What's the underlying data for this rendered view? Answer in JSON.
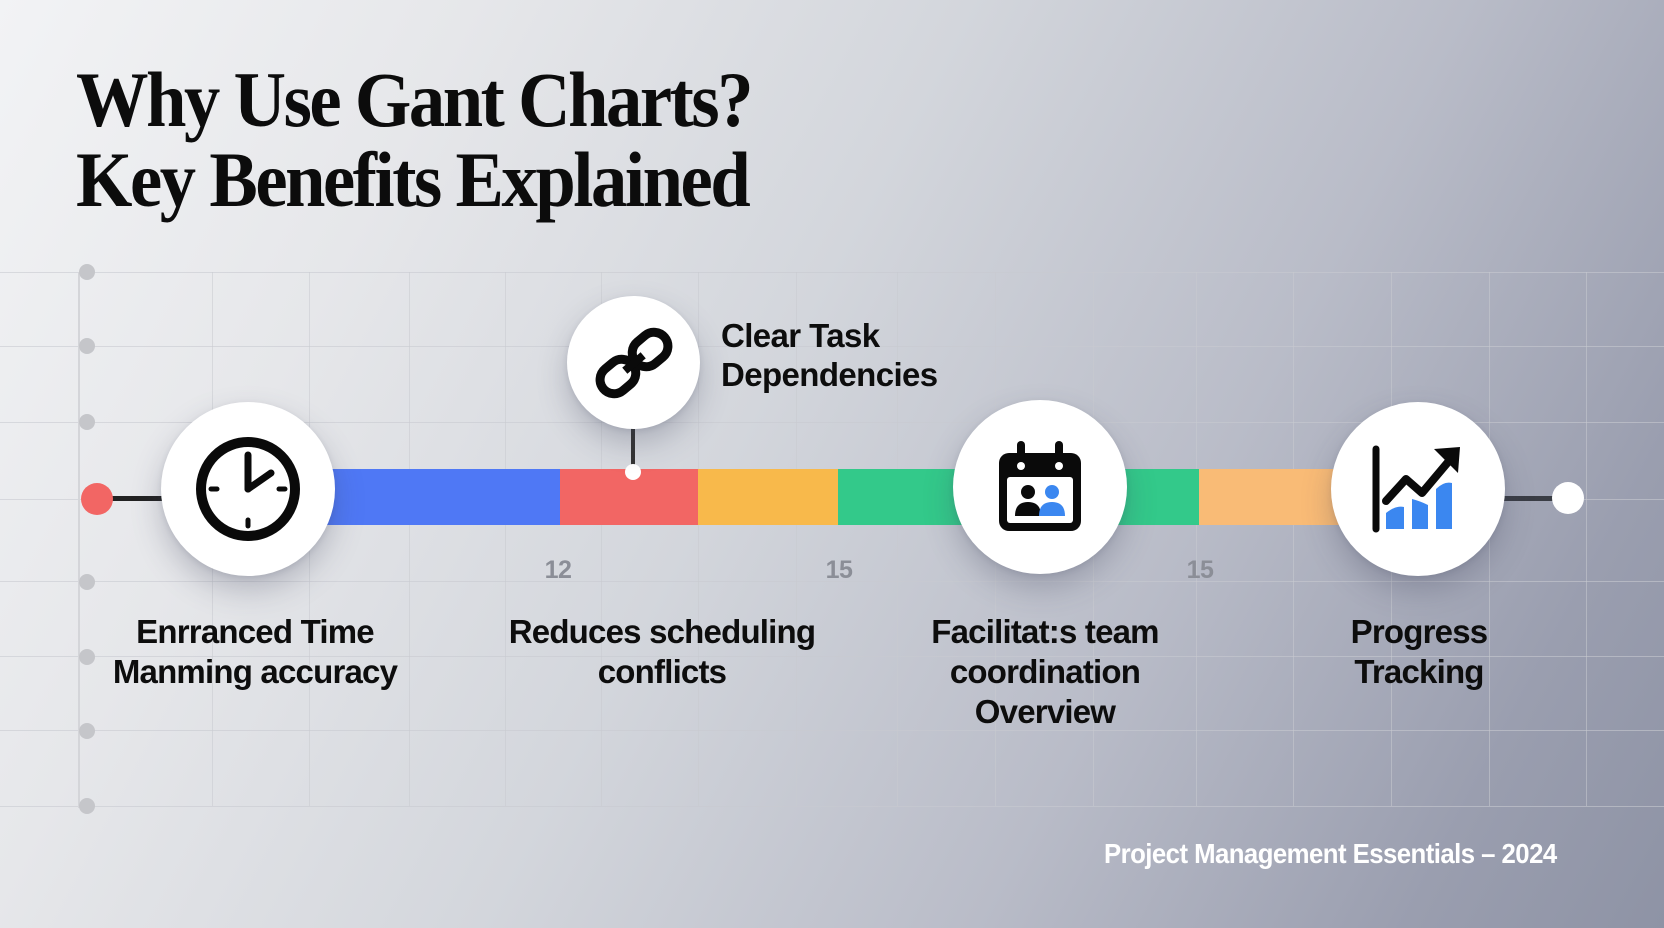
{
  "title": {
    "line1": "Why Use Gant Charts?",
    "line2": "Key Benefits Explained"
  },
  "timeline": {
    "segments": [
      {
        "name": "blue",
        "color": "#4f78f5"
      },
      {
        "name": "red",
        "color": "#f26664"
      },
      {
        "name": "yellow",
        "color": "#f8b94b"
      },
      {
        "name": "green",
        "color": "#33c98a"
      },
      {
        "name": "light-orange",
        "color": "#f9bb76"
      }
    ],
    "ticks": [
      "12",
      "15",
      "15"
    ],
    "start_dot_color": "#f26664",
    "end_dot_color": "#ffffff"
  },
  "benefits": [
    {
      "icon": "clock-icon",
      "lines": [
        "Enrranced Time",
        "Manming accuracy"
      ]
    },
    {
      "icon": "link-chain-icon",
      "lines": [
        "Clear Task",
        "Dependencies"
      ]
    },
    {
      "icon": "none",
      "lines": [
        "Reduces scheduling",
        "conflicts"
      ]
    },
    {
      "icon": "calendar-team-icon",
      "lines": [
        "Facilitat:s team",
        "coordination",
        "Overview"
      ]
    },
    {
      "icon": "chart-growth-icon",
      "lines": [
        "Progress",
        "Tracking"
      ]
    }
  ],
  "colors": {
    "accent_blue": "#3b87f0",
    "text_dark": "#0d0d0d",
    "tick_gray": "#8b8e97"
  },
  "footer": {
    "text": "Project Management Essentials – 2024"
  }
}
